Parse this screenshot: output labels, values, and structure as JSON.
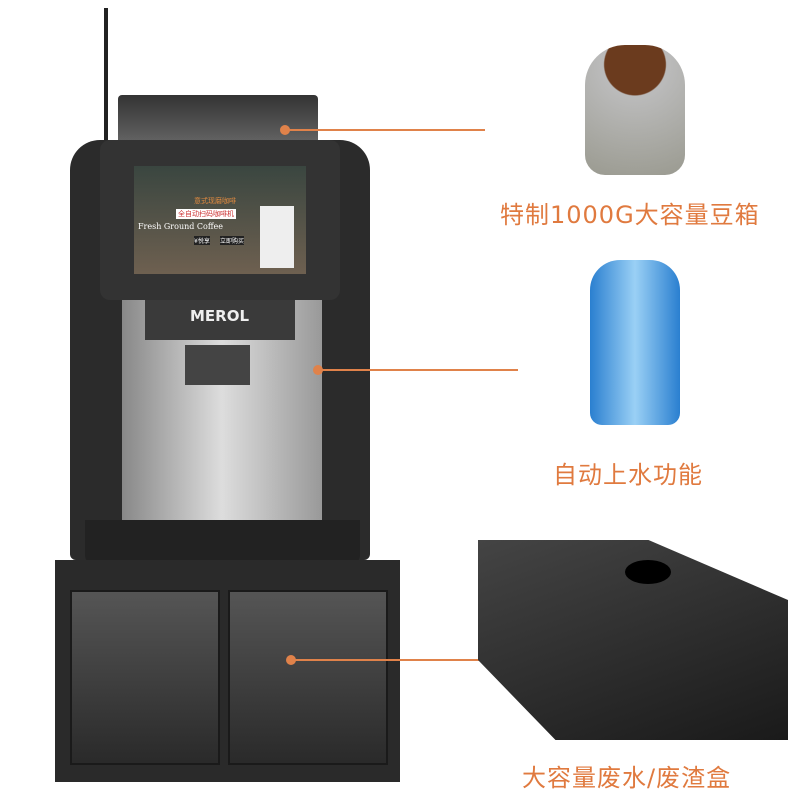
{
  "brand": "MEROL",
  "screen": {
    "line1": "意式现磨咖啡",
    "line2": "全自动扫码咖啡机",
    "line3": "Fresh Ground Coffee",
    "price": "¥悦享",
    "buy": "立即购买"
  },
  "callouts": {
    "beans": "特制1000G大容量豆箱",
    "water": "自动上水功能",
    "waste": "大容量废水/废渣盒"
  },
  "colors": {
    "accent": "#e07a3f",
    "body": "#2b2b2b"
  }
}
